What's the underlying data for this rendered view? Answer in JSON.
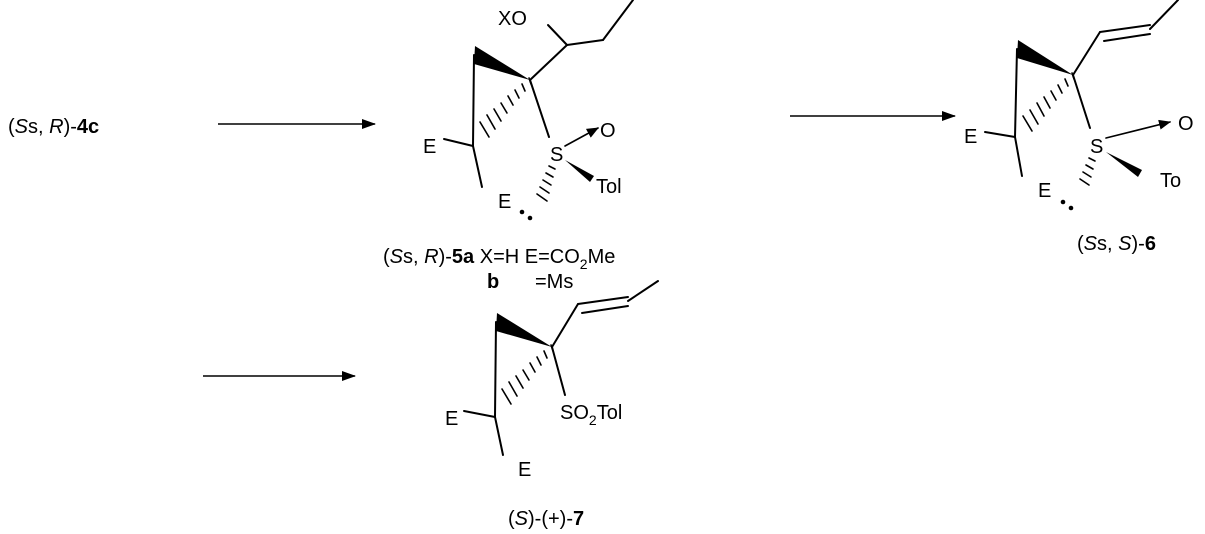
{
  "compound_4c": {
    "s_italic": "S",
    "s_rest": "s, ",
    "r_italic": "R",
    "r_close": ")-",
    "number": "4c",
    "open": "("
  },
  "compound_5": {
    "open": "(",
    "s_italic": "S",
    "s_rest": "s, ",
    "r_italic": "R",
    "r_close": ")-",
    "number_a": "5a",
    "x_eq": " X=H  E=CO",
    "sub2": "2",
    "me": "Me",
    "b_label": "b",
    "b_value": "=Ms"
  },
  "compound_6": {
    "open": "(",
    "s_italic": "S",
    "s_rest": "s, ",
    "s2_italic": "S",
    "close": ")-",
    "number": "6"
  },
  "compound_7": {
    "open": "(",
    "s_italic": "S",
    "rest": ")-(+)-",
    "number": "7"
  },
  "atoms": {
    "xo": "XO",
    "e": "E",
    "s": "S",
    "o": "O",
    "tol": "Tol",
    "to": "To",
    "so2tol_so": "SO",
    "so2tol_sub": "2",
    "so2tol_tol": "Tol"
  }
}
